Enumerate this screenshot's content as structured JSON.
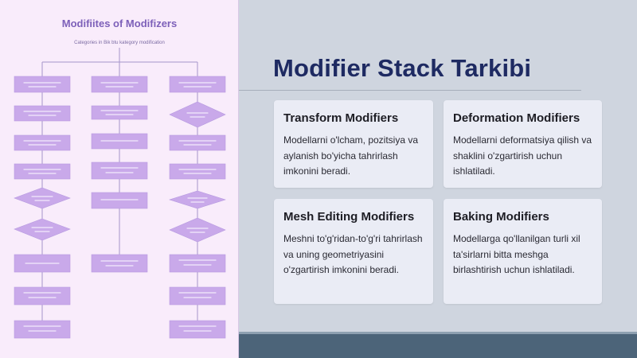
{
  "slide": {
    "title": "Modifier Stack Tarkibi"
  },
  "flowchart": {
    "title": "Modifiites of Modifizers",
    "subtitle": "Categories in Bik btu kategory modification"
  },
  "cards": [
    {
      "title": "Transform Modifiers",
      "text": "Modellarni o'lcham, pozitsiya va aylanish bo'yicha tahrirlash imkonini beradi."
    },
    {
      "title": "Deformation Modifiers",
      "text": "Modellarni deformatsiya qilish va shaklini o'zgartirish uchun ishlatiladi."
    },
    {
      "title": "Mesh Editing Modifiers",
      "text": "Meshni to'g'ridan-to'g'ri tahrirlash va uning geometriyasini o'zgartirish imkonini beradi."
    },
    {
      "title": "Baking Modifiers",
      "text": "Modellarga qo'llanilgan turli xil ta'sirlarni bitta meshga birlashtirish uchun ishlatiladi."
    }
  ],
  "colors": {
    "accent": "#1e2a62",
    "flowchart_node": "#c9a9ea",
    "flowchart_line": "#9e8cc4",
    "panel_bg": "#f9ecfb",
    "bottom_band": "#4c6479"
  }
}
